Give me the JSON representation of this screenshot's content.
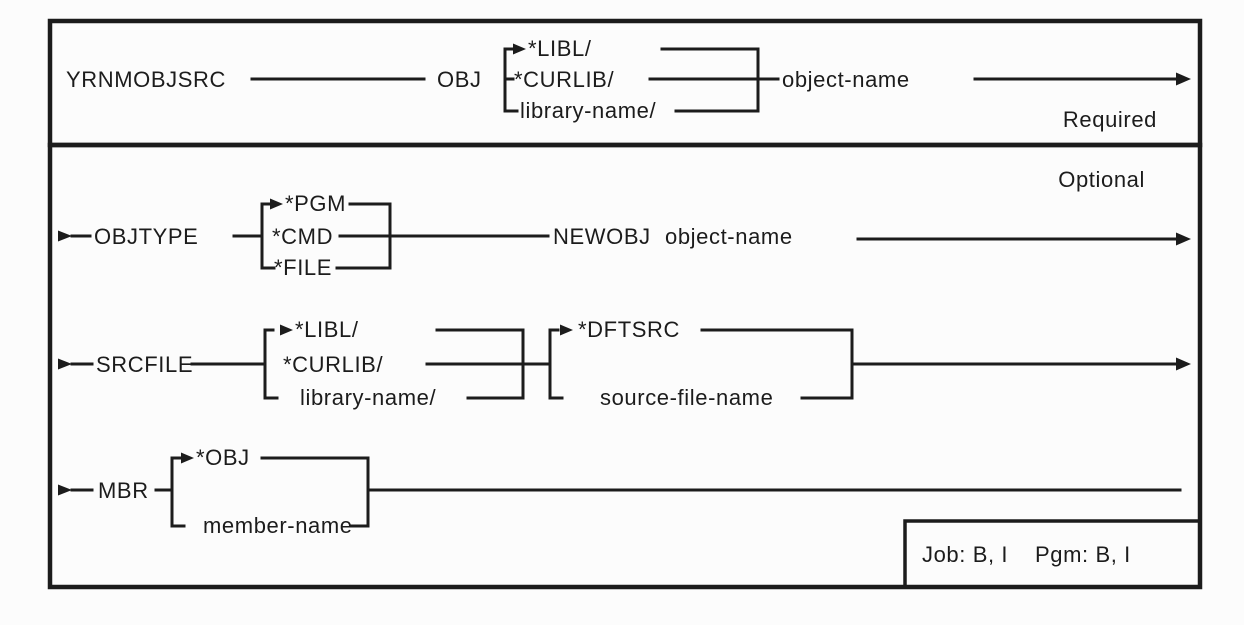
{
  "diagram": {
    "type": "command-syntax-railroad",
    "command": "YRNMOBJSRC",
    "colors": {
      "line": "#1c1c1c",
      "background": "#fcfcfc"
    },
    "required_section": {
      "label": "Required",
      "obj": {
        "keyword": "OBJ",
        "choices": [
          "*LIBL/",
          "*CURLIB/",
          "library-name/"
        ],
        "operand": "object-name"
      }
    },
    "optional_section": {
      "label": "Optional",
      "objtype": {
        "keyword": "OBJTYPE",
        "choices": [
          "*PGM",
          "*CMD",
          "*FILE"
        ]
      },
      "newobj": {
        "keyword": "NEWOBJ",
        "operand": "object-name"
      },
      "srcfile": {
        "keyword": "SRCFILE",
        "library_choices": [
          "*LIBL/",
          "*CURLIB/",
          "library-name/"
        ],
        "file_choices": [
          "*DFTSRC",
          "source-file-name"
        ]
      },
      "mbr": {
        "keyword": "MBR",
        "choices": [
          "*OBJ",
          "member-name"
        ]
      },
      "environment": {
        "job": "Job: B, I",
        "pgm": "Pgm: B, I"
      }
    }
  }
}
